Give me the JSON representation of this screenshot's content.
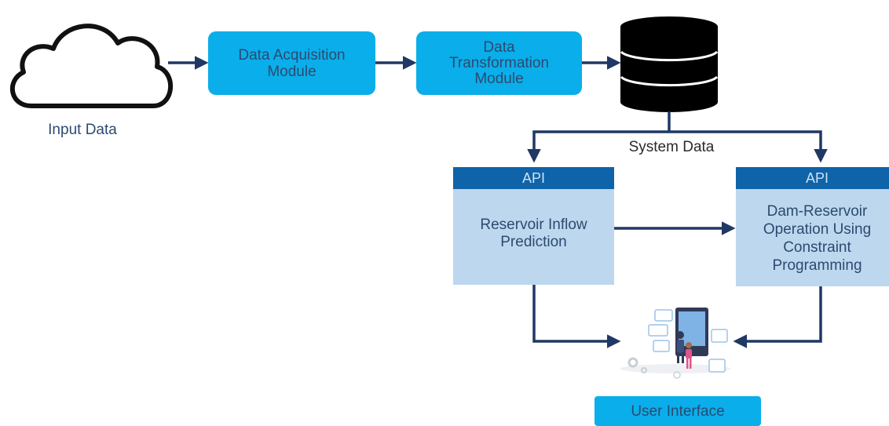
{
  "nodes": {
    "input_data": "Input Data",
    "acquisition": "Data Acquisition\nModule",
    "transformation": "Data\nTransformation\nModule",
    "system_data": "System Data",
    "api_left": "API",
    "api_right": "API",
    "inflow_prediction": "Reservoir Inflow\nPrediction",
    "dam_operation": "Dam-Reservoir\nOperation Using\nConstraint\nProgramming",
    "user_interface": "User Interface"
  },
  "icons": {
    "source": "cloud-icon",
    "storage": "database-icon",
    "ui": "user-interface-illustration-icon"
  },
  "colors": {
    "module_fill": "#0aaeea",
    "api_header": "#0e63a9",
    "model_fill": "#bdd7ee",
    "arrow": "#1f3864",
    "db": "#000000"
  }
}
